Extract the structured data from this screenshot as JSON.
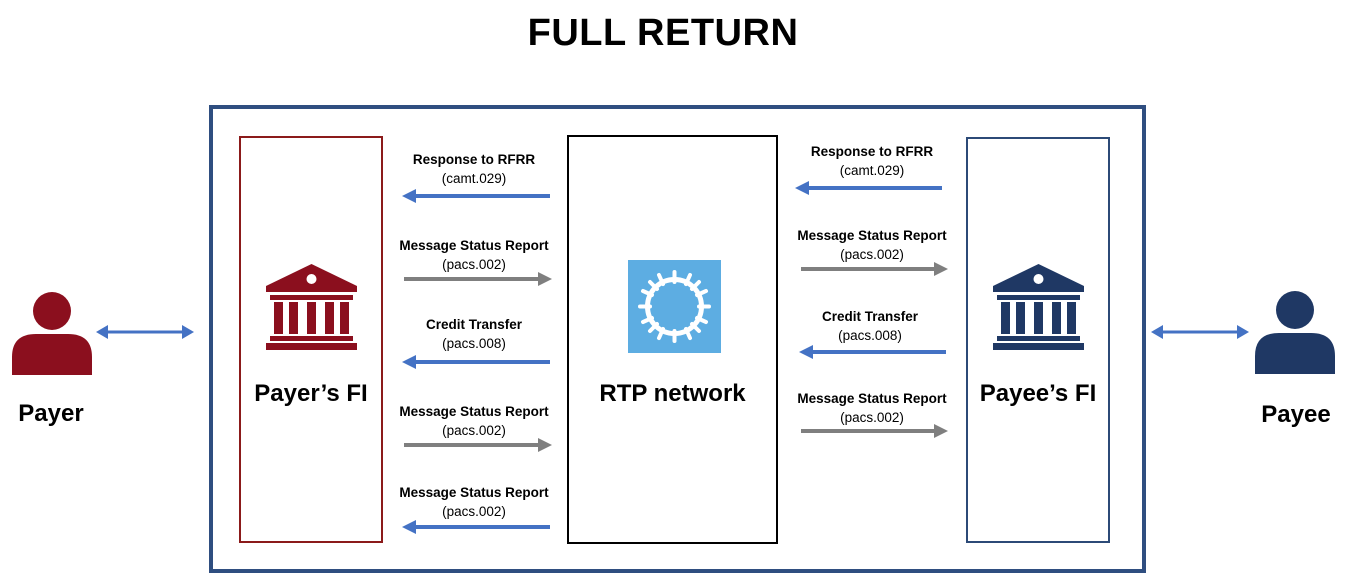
{
  "title": "FULL RETURN",
  "colors": {
    "payer": "#8b0f1e",
    "payee": "#1f3864",
    "frame": "#2f4e80",
    "arrow_blue": "#4472c4",
    "arrow_gray": "#7f7f7f",
    "rtp_logo": "#5dade2"
  },
  "actors": {
    "payer": {
      "label": "Payer",
      "icon": "person-icon"
    },
    "payee": {
      "label": "Payee",
      "icon": "person-icon"
    }
  },
  "nodes": {
    "payer_fi": {
      "label": "Payer’s FI",
      "icon": "bank-icon"
    },
    "rtp": {
      "label": "RTP network",
      "icon": "rtp-logo-icon"
    },
    "payee_fi": {
      "label": "Payee’s FI",
      "icon": "bank-icon"
    }
  },
  "left_messages": [
    {
      "name": "Response to RFRR",
      "code": "(camt.029)",
      "direction": "left",
      "color": "blue"
    },
    {
      "name": "Message Status Report",
      "code": "(pacs.002)",
      "direction": "right",
      "color": "gray"
    },
    {
      "name": "Credit Transfer",
      "code": "(pacs.008)",
      "direction": "left",
      "color": "blue"
    },
    {
      "name": "Message Status Report",
      "code": "(pacs.002)",
      "direction": "right",
      "color": "gray"
    },
    {
      "name": "Message Status Report",
      "code": "(pacs.002)",
      "direction": "left",
      "color": "blue"
    }
  ],
  "right_messages": [
    {
      "name": "Response to RFRR",
      "code": "(camt.029)",
      "direction": "left",
      "color": "blue"
    },
    {
      "name": "Message Status Report",
      "code": "(pacs.002)",
      "direction": "right",
      "color": "gray"
    },
    {
      "name": "Credit Transfer",
      "code": "(pacs.008)",
      "direction": "left",
      "color": "blue"
    },
    {
      "name": "Message Status Report",
      "code": "(pacs.002)",
      "direction": "right",
      "color": "gray"
    }
  ]
}
